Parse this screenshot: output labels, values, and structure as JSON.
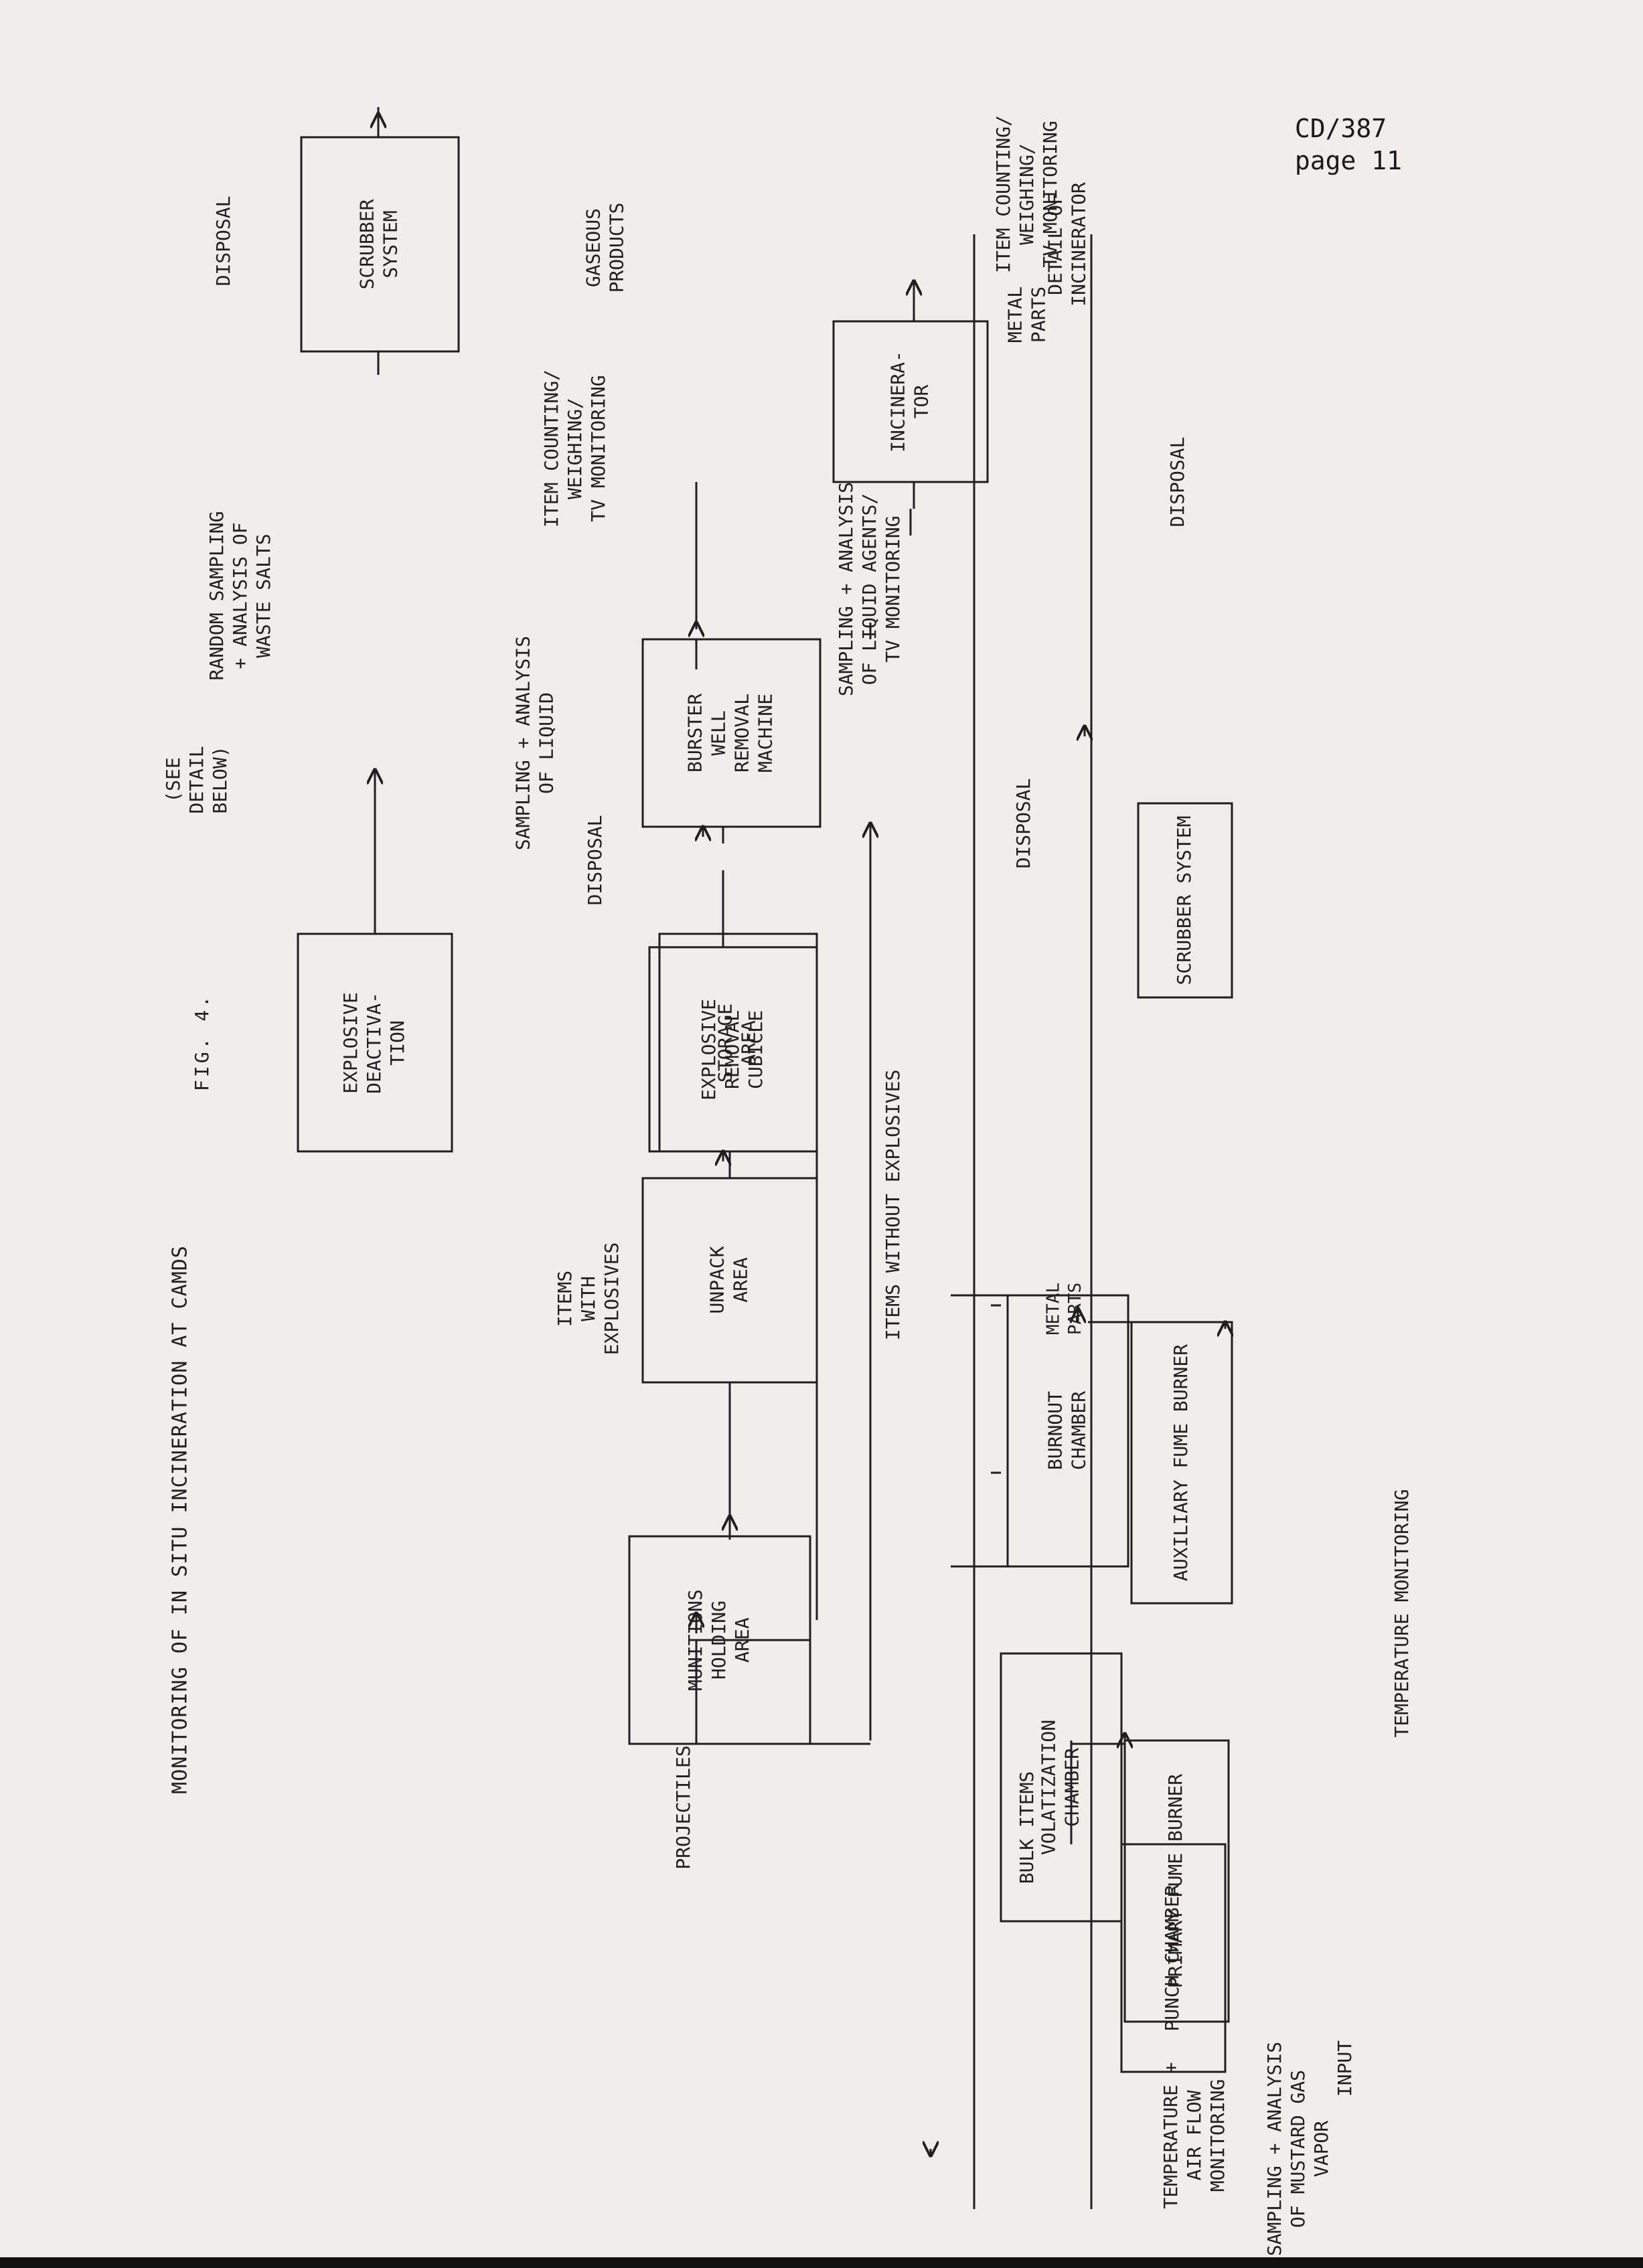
{
  "header": {
    "doc_id": "CD/387",
    "page": "page 11"
  },
  "figure_number": "FIG. 4.",
  "title": "MONITORING OF IN SITU INCINERATION AT CAMDS",
  "boxes": [
    {
      "id": "storage",
      "lines": [
        "STORAGE",
        "AREA"
      ]
    },
    {
      "id": "holding",
      "lines": [
        "MUNITIONS",
        "HOLDING",
        "AREA"
      ]
    },
    {
      "id": "unpack",
      "lines": [
        "UNPACK",
        "AREA"
      ]
    },
    {
      "id": "deact",
      "lines": [
        "EXPLOSIVE",
        "DEACTIVA-",
        "TION"
      ]
    },
    {
      "id": "scrubber",
      "lines": [
        "SCRUBBER",
        "SYSTEM"
      ]
    },
    {
      "id": "erc",
      "lines": [
        "EXPLOSIVE",
        "REMOVAL",
        "CUBICLE"
      ]
    },
    {
      "id": "burster",
      "lines": [
        "BURSTER",
        "WELL",
        "REMOVAL",
        "MACHINE"
      ]
    },
    {
      "id": "incinerator",
      "lines": [
        "INCINERA-",
        "TOR"
      ]
    },
    {
      "id": "punch",
      "lines": [
        "PUNCH CHAMBER"
      ]
    },
    {
      "id": "primary",
      "lines": [
        "PRIMARY FUME BURNER"
      ]
    },
    {
      "id": "volatilization",
      "lines": [
        "VOLATIZATION",
        "CHAMBER"
      ]
    },
    {
      "id": "aux",
      "lines": [
        "AUXILIARY FUME BURNER"
      ]
    },
    {
      "id": "burnout",
      "lines": [
        "BURNOUT",
        "CHAMBER"
      ]
    },
    {
      "id": "scrubber2",
      "lines": [
        "SCRUBBER SYSTEM"
      ]
    }
  ],
  "labels": {
    "projectiles": "PROJECTILES",
    "bulk_items": "BULK ITEMS",
    "items_with_explosives": [
      "ITEMS",
      "WITH",
      "EXPLOSIVES"
    ],
    "items_without_explosives": "ITEMS WITHOUT EXPLOSIVES",
    "disposal_deact": "DISPOSAL",
    "disposal_top": "DISPOSAL",
    "disposal_metal": "DISPOSAL",
    "disposal_bottom": "DISPOSAL",
    "random_sampling": [
      "RANDOM SAMPLING",
      "+ ANALYSIS OF",
      "WASTE SALTS"
    ],
    "item_counting_1": [
      "ITEM COUNTING/",
      "WEIGHING/",
      "TV MONITORING"
    ],
    "sampling_liquid": [
      "SAMPLING + ANALYSIS",
      "OF LIQUID"
    ],
    "sampling_agents": [
      "SAMPLING + ANALYSIS",
      "OF LIQUID AGENTS/",
      "TV MONITORING"
    ],
    "gaseous_products": [
      "GASEOUS",
      "PRODUCTS"
    ],
    "see_detail": [
      "(SEE",
      "DETAIL",
      "BELOW)"
    ],
    "metal_parts_top": [
      "METAL",
      "PARTS"
    ],
    "item_counting_2": [
      "ITEM COUNTING/",
      "WEIGHING/",
      "TV MONITORING"
    ],
    "detail_of_incinerator": [
      "DETAIL OF",
      "INCINERATOR"
    ],
    "temp_air": [
      "TEMPERATURE +",
      "AIR FLOW",
      "MONITORING"
    ],
    "sampling_mustard": [
      "SAMPLING + ANALYSIS",
      "OF MUSTARD GAS",
      "VAPOR"
    ],
    "input": "INPUT",
    "metal_parts_bottom": [
      "METAL",
      "PARTS"
    ],
    "temperature_monitoring": "TEMPERATURE MONITORING"
  }
}
